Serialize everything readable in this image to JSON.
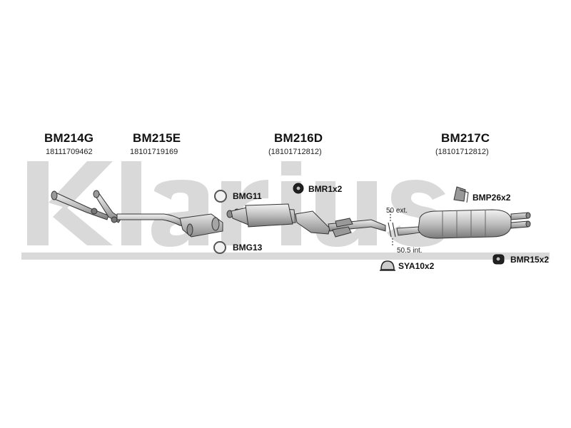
{
  "watermark": {
    "text": "Klarius",
    "color": "#d6d6d6"
  },
  "parts": [
    {
      "code": "BM214G",
      "number": "18111709462"
    },
    {
      "code": "BM215E",
      "number": "18101719169"
    },
    {
      "code": "BM216D",
      "number": "(18101712812)"
    },
    {
      "code": "BM217C",
      "number": "(18101712812)"
    }
  ],
  "accessories": {
    "bmg11": "BMG11",
    "bmg13": "BMG13",
    "bmr1": "BMR1x2",
    "bmp26": "BMP26x2",
    "bmr15": "BMR15x2",
    "sya10": "SYA10x2"
  },
  "notes": {
    "ext": "50 ext.",
    "int": "50.5 int."
  }
}
